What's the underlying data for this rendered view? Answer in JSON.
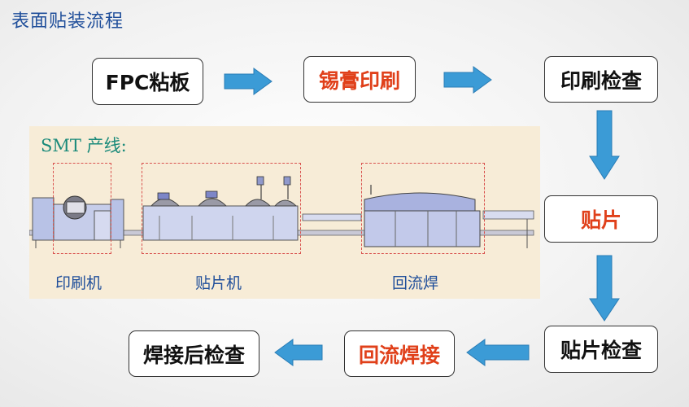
{
  "title": "表面贴装流程",
  "steps": {
    "fpc": "FPC粘板",
    "solder_print": "锡膏印刷",
    "print_check": "印刷检查",
    "mount": "贴片",
    "mount_check": "贴片检查",
    "reflow": "回流焊接",
    "post_check": "焊接后检查"
  },
  "smt": {
    "label": "SMT 产线:",
    "stages": [
      "印刷机",
      "贴片机",
      "回流焊"
    ]
  },
  "colors": {
    "arrow": "#3b9bd6",
    "highlight_text": "#e0401a",
    "title": "#1f4e9a"
  }
}
